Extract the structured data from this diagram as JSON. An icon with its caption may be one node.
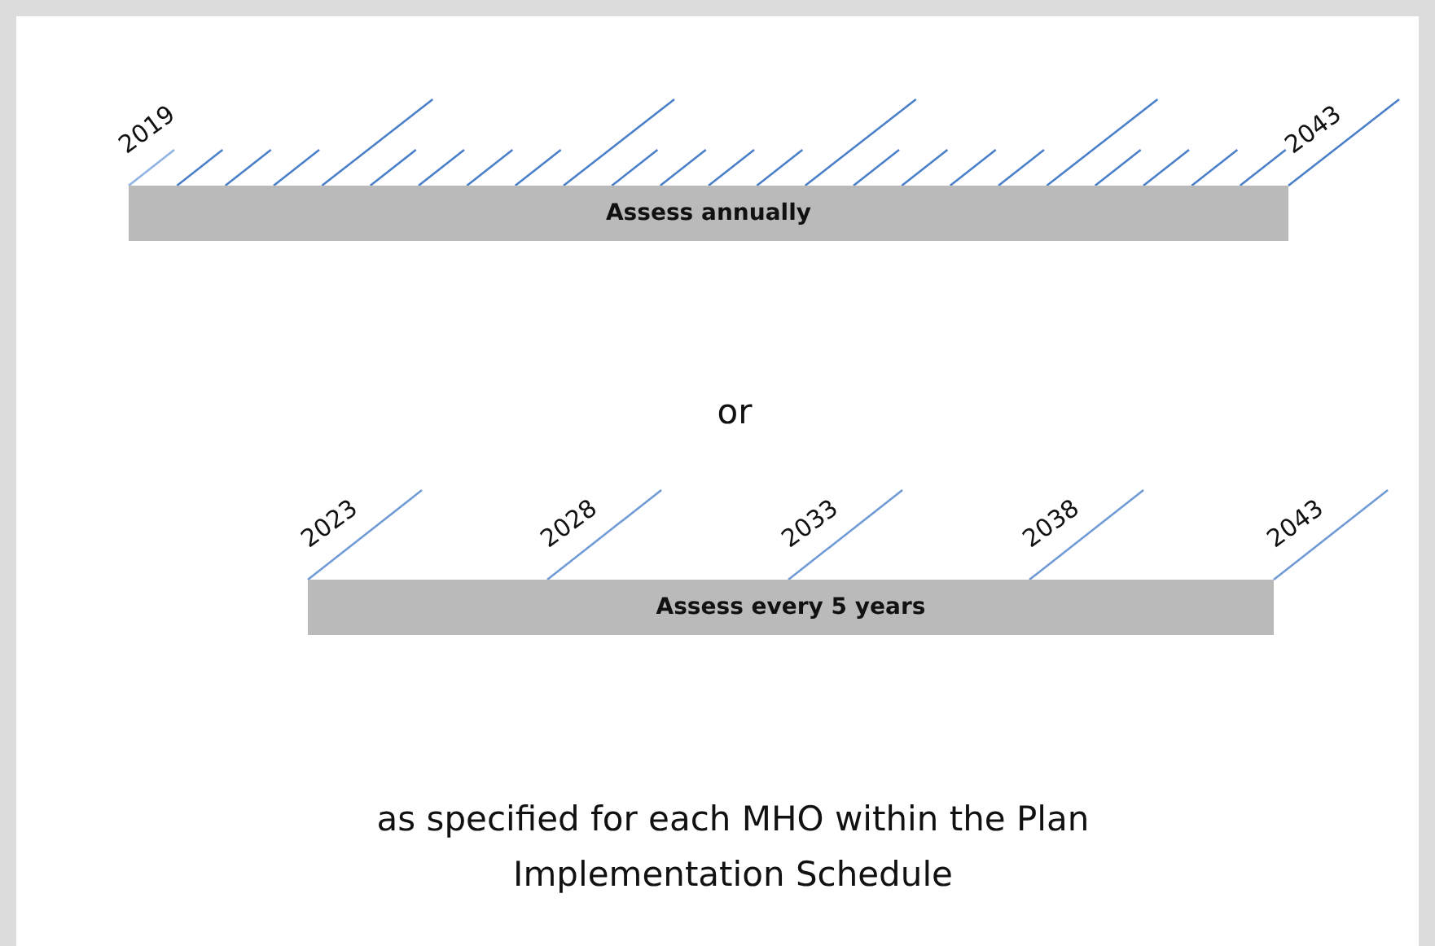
{
  "diagram": {
    "caption": "as specified for each MHO within the Plan Implementation Schedule",
    "nodes": [
      {
        "text": [
          "Assess annually"
        ]
      },
      {
        "text": [
          "Assess every 5 years"
        ]
      }
    ],
    "labels": [
      "2019",
      "2043",
      "or",
      "2023",
      "2028",
      "2033",
      "2038",
      "2043"
    ]
  }
}
